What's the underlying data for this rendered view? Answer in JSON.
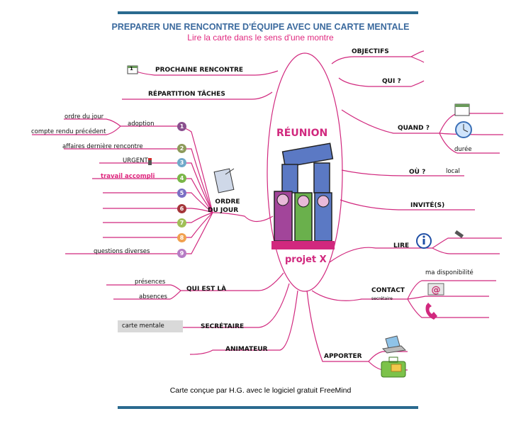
{
  "title": "PREPARER UNE RENCONTRE D'ÉQUIPE AVEC UNE CARTE MENTALE",
  "subtitle": "Lire la carte dans le sens d'une montre",
  "center": {
    "title": "RÉUNION",
    "subtitle": "projet X"
  },
  "branches": {
    "objectifs": "OBJECTIFS",
    "qui": "QUI ?",
    "quand": "QUAND ?",
    "quand_duree": "durée",
    "ou": "OÙ ?",
    "ou_local": "local",
    "invites": "INVITÉ(S)",
    "lire": "LIRE",
    "contact": "CONTACT",
    "contact_sub": "secrétaire",
    "contact_dispo": "ma disponibilité",
    "apporter": "APPORTER",
    "animateur": "ANIMATEUR",
    "secretaire": "SECRÉTAIRE",
    "carte_mentale": "carte mentale",
    "qui_est_la": "QUI EST LÀ",
    "presences": "présences",
    "absences": "absences",
    "ordre_line1": "ORDRE",
    "ordre_line2": "DU JOUR",
    "repartition": "RÉPARTITION TÂCHES",
    "prochaine": "PROCHAINE RENCONTRE",
    "calendar_number": "1"
  },
  "ordre_items": {
    "ordre_du_jour": "ordre du jour",
    "adoption": "adoption",
    "compte_rendu": "compte rendu précédent",
    "affaires": "affaires dernière rencontre",
    "urgent": "URGENT",
    "travail": "travail accompli",
    "questions": "questions diverses"
  },
  "numbers": [
    "1",
    "2",
    "3",
    "4",
    "5",
    "6",
    "7",
    "8",
    "9"
  ],
  "number_colors": [
    "#8a4f8e",
    "#8d9a5a",
    "#6fa9c9",
    "#7ab648",
    "#7a6fc4",
    "#a4363a",
    "#a0bf57",
    "#f1a14f",
    "#b57cc4"
  ],
  "colors": {
    "branch": "#d1287e",
    "title": "#3b6a9e",
    "subtitle": "#e0287f",
    "rule": "#2a6a8f"
  },
  "icons": [
    "calendar-icon",
    "clock-icon",
    "info-icon",
    "pencil-icon",
    "email-icon",
    "phone-icon",
    "laptop-icon",
    "bag-icon",
    "thumbtack-icon"
  ],
  "credit": "Carte conçue par H.G. avec le logiciel gratuit FreeMind"
}
